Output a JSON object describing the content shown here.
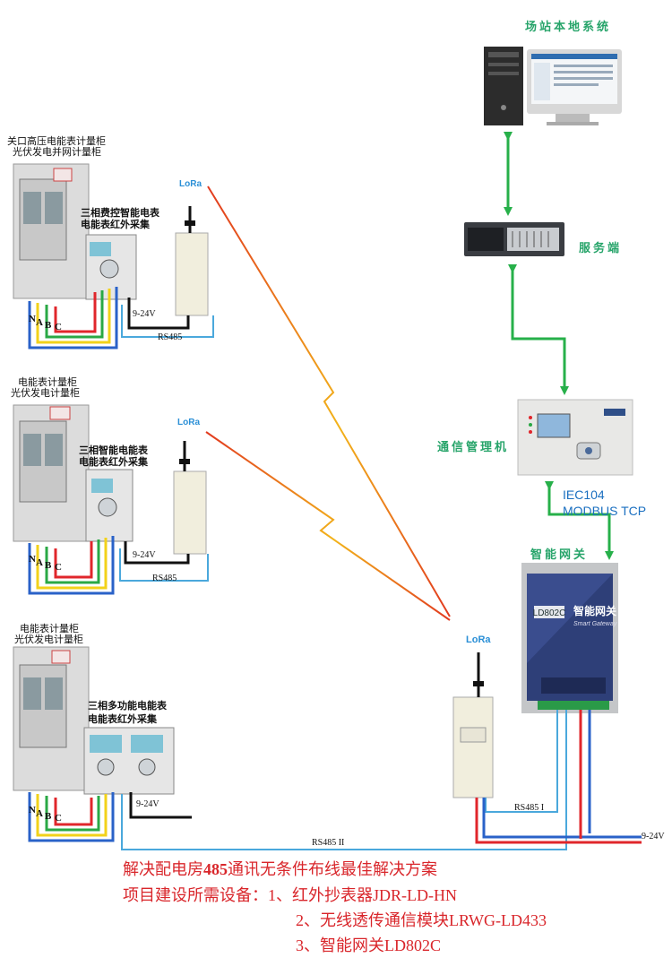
{
  "top": {
    "system_label": "场站本地系统",
    "server_label": "服务端",
    "manager_label": "通信管理机",
    "gateway_label": "智能网关",
    "protocol_line1": "IEC104",
    "protocol_line2": "MODBUS TCP"
  },
  "gateway": {
    "model": "LD802C",
    "name_cn": "智能网关",
    "name_en": "Smart Gateway"
  },
  "cabinets": [
    {
      "title_line1": "关口高压电能表计量柜",
      "title_line2": "光伏发电并网计量柜",
      "meter_line1": "三相费控智能电表",
      "meter_line2": "电能表红外采集",
      "voltage": "9-24V",
      "bus": "RS485",
      "lora": "LoRa"
    },
    {
      "title_line1": "电能表计量柜",
      "title_line2": "光伏发电计量柜",
      "meter_line1": "三相智能电能表",
      "meter_line2": "电能表红外采集",
      "voltage": "9-24V",
      "bus": "RS485",
      "lora": "LoRa"
    },
    {
      "title_line1": "电能表计量柜",
      "title_line2": "光伏发电计量柜",
      "meter_line1": "三相多功能电能表",
      "meter_line2": "电能表红外采集",
      "voltage": "9-24V"
    }
  ],
  "phases": {
    "n": "N",
    "a": "A",
    "b": "B",
    "c": "C"
  },
  "receiver": {
    "lora": "LoRa"
  },
  "bus_labels": {
    "rs485_1": "RS485 I",
    "rs485_2": "RS485 II",
    "gateway_voltage": "9-24V"
  },
  "notes": {
    "line1_pre": "解决配电房",
    "line1_bold": "485",
    "line1_post": "通讯无条件布线最佳解决方案",
    "line2": "项目建设所需设备：1、红外抄表器JDR-LD-HN",
    "line3": "2、无线透传通信模块LRWG-LD433",
    "line4": "3、智能网关LD802C"
  },
  "colors": {
    "arrow_green": "#27b04a",
    "rs485_blue": "#4aa8dc",
    "phase_yellow": "#f2d21a",
    "phase_green": "#2aa845",
    "phase_red": "#e0262b",
    "phase_blue": "#2a62c8",
    "gateway_blue": "#3a4d8e",
    "title_green": "#27a46a"
  }
}
